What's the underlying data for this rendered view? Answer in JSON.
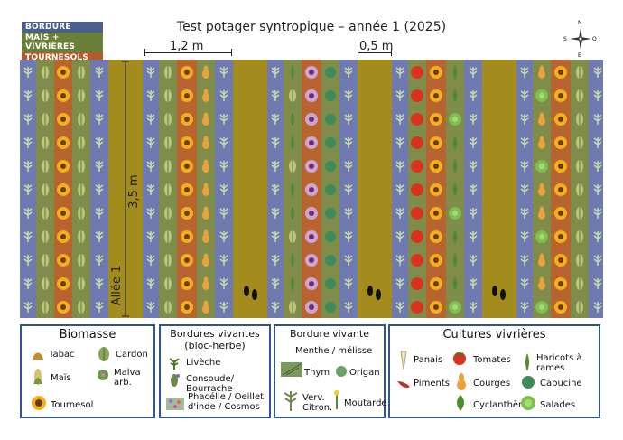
{
  "title": "Test potager syntropique – année 1 (2025)",
  "badge": {
    "line1": "BORDURE",
    "line2": "MAÏS + VIVRIÈRES",
    "line3": "TOURNESOLS",
    "colors": [
      "#4a5f8c",
      "#6a7f3a",
      "#b55a2a"
    ]
  },
  "dimensions": {
    "bed_width": "1,2 m",
    "path_width": "0,5 m",
    "bed_length": "3,5 m",
    "alley_label": "Allée 1"
  },
  "compass": {
    "n": "N",
    "s": "S",
    "e": "E",
    "o": "O"
  },
  "colors": {
    "border_strip": "#6f7bb0",
    "mais_strip": "#7f8c4a",
    "tournesol_strip": "#b8642e",
    "path": "#a38b1e",
    "legend_border": "#2f5597"
  },
  "legend": {
    "biomasse": {
      "title": "Biomasse",
      "items": [
        "Tabac",
        "Cardon",
        "Maïs",
        "Malva arb.",
        "Tournesol"
      ]
    },
    "bordures": {
      "title": "Bordures vivantes (bloc-herbe)",
      "items": [
        "Livèche",
        "Consoude/ Bourrache",
        "Phacélie / Oeillet d'inde / Cosmos"
      ]
    },
    "bordure": {
      "title": "Bordure vivante",
      "items": [
        "Menthe / mélisse",
        "Thym",
        "Origan",
        "Verv. Citron.",
        "Moutarde"
      ]
    },
    "cultures": {
      "title": "Cultures vivrières",
      "items": [
        "Panais",
        "Tomates",
        "Haricots à rames",
        "Piments",
        "Courges",
        "Capucine",
        "Cyclanthère",
        "Salades"
      ]
    }
  }
}
